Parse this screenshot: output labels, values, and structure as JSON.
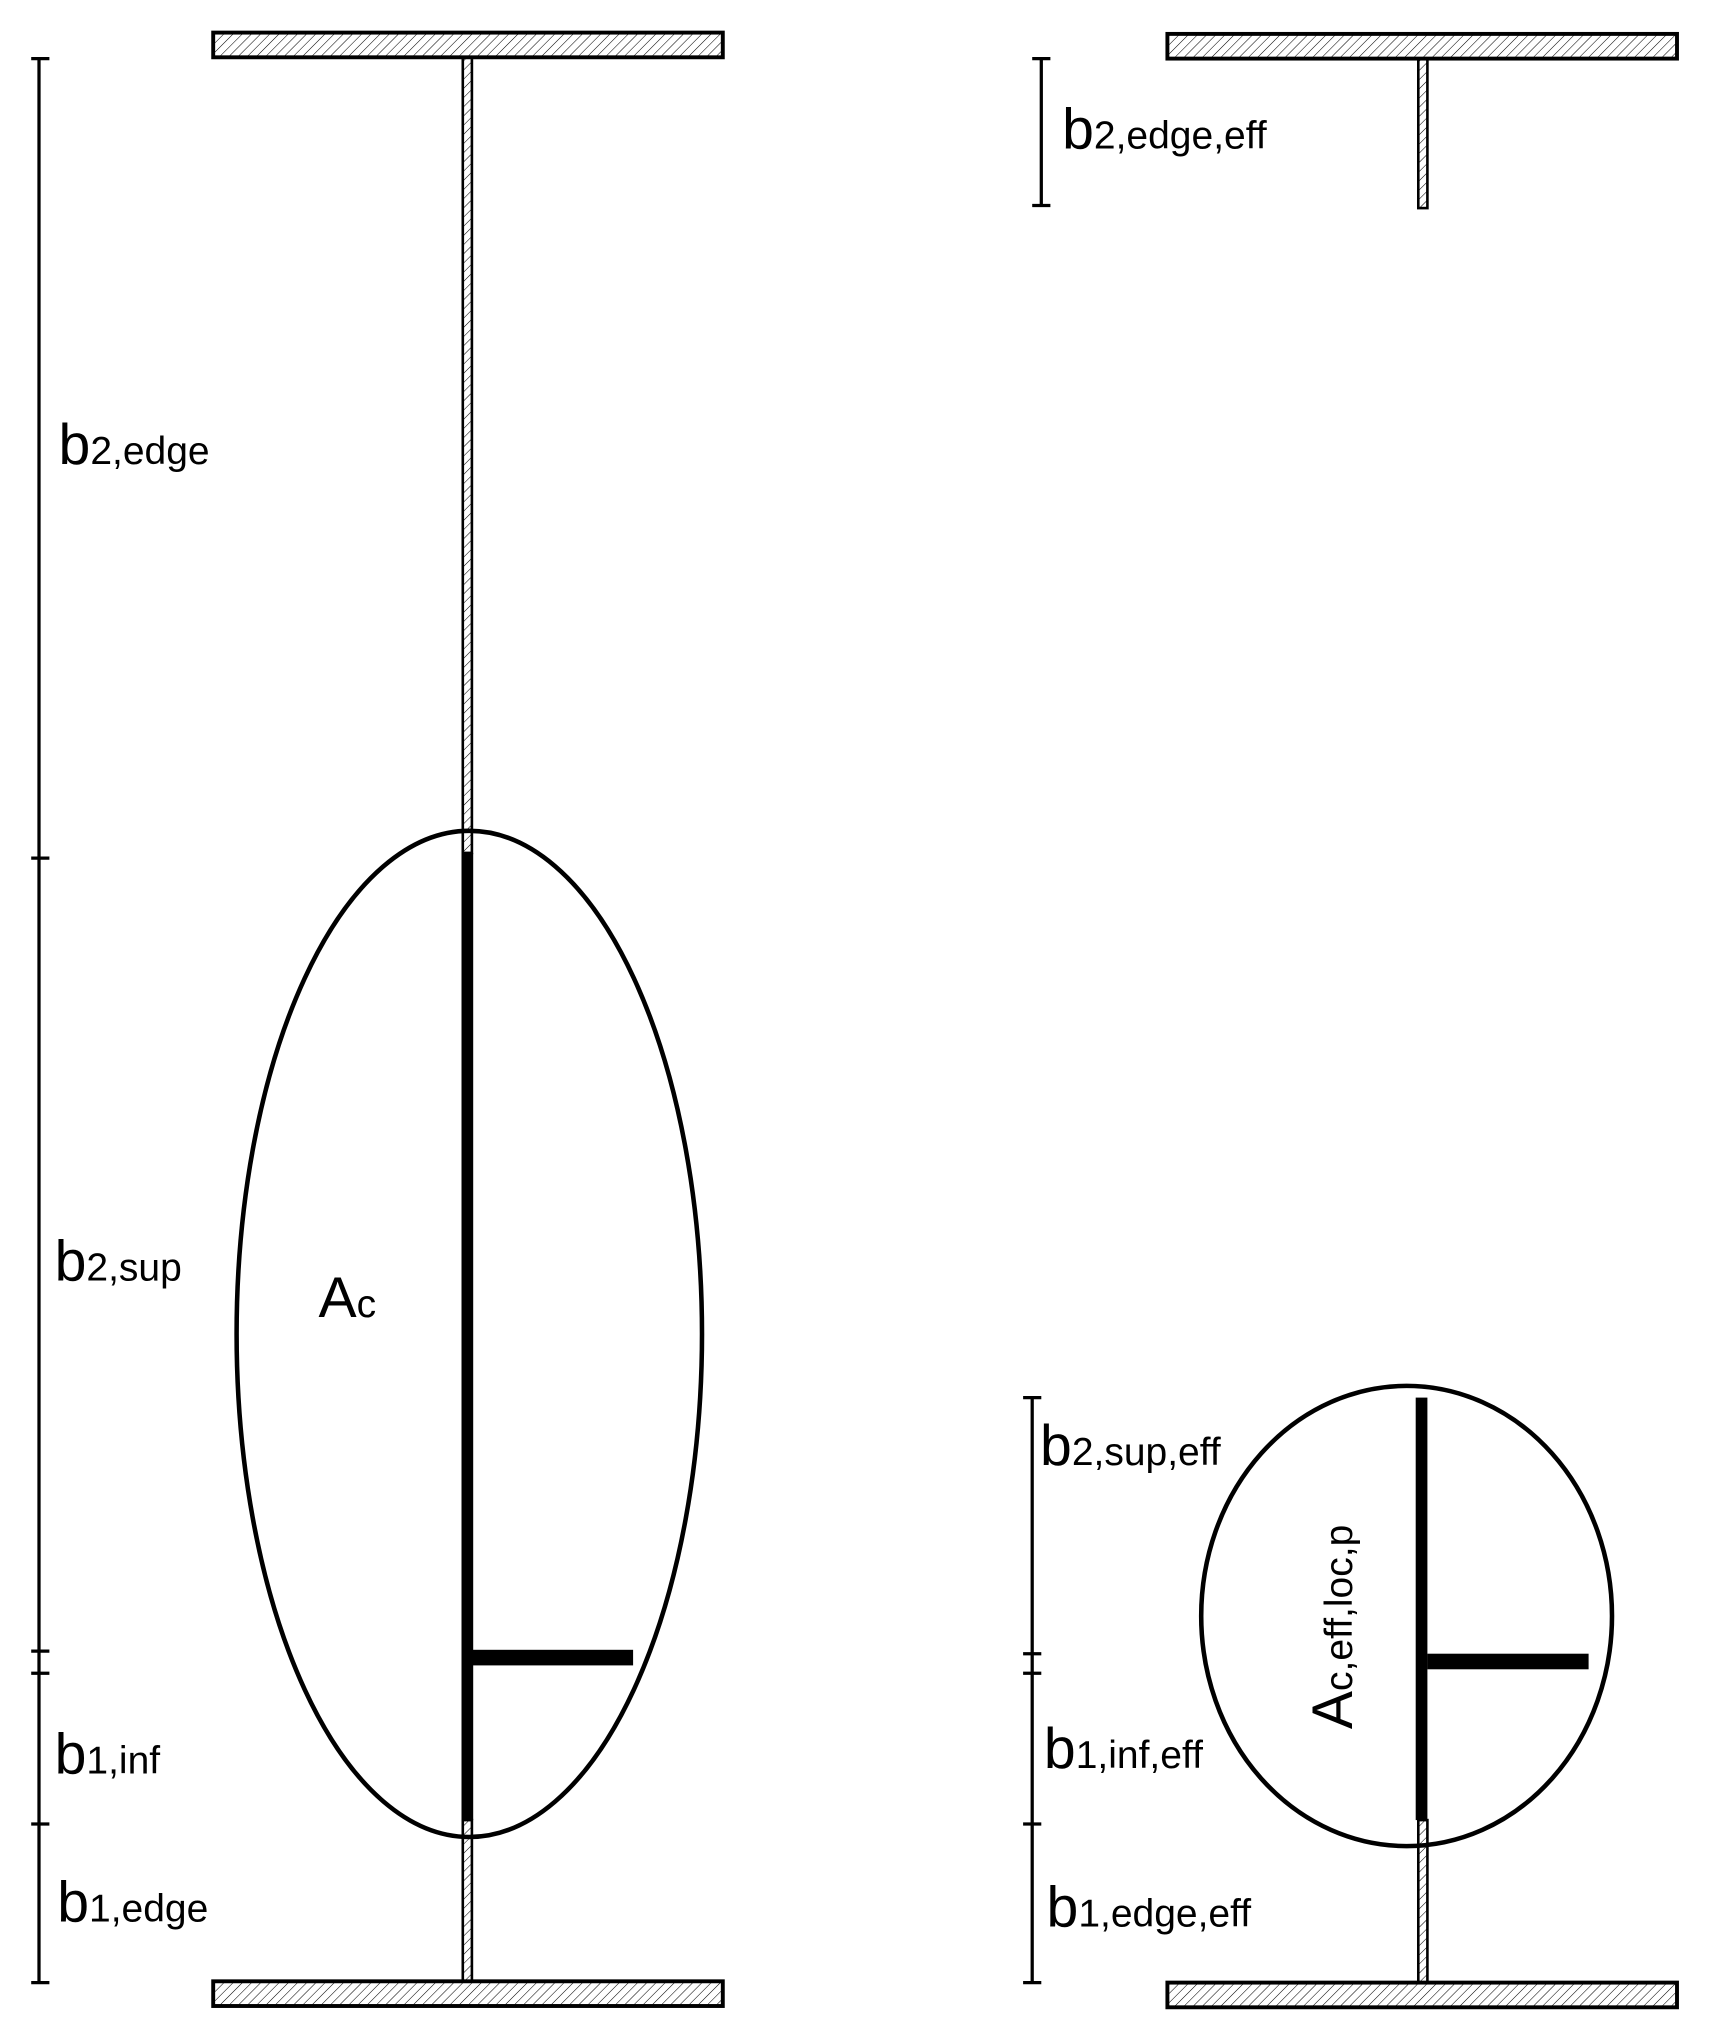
{
  "colors": {
    "stroke": "#000000",
    "background": "#ffffff",
    "hatch": "#000000"
  },
  "left_section": {
    "labels": {
      "b2_edge": {
        "main": "b",
        "sub": "2,edge"
      },
      "b2_sup": {
        "main": "b",
        "sub": "2,sup"
      },
      "area": {
        "main": "A",
        "sub": "c"
      },
      "b1_inf": {
        "main": "b",
        "sub": "1,inf"
      },
      "b1_edge": {
        "main": "b",
        "sub": "1,edge"
      }
    }
  },
  "right_section": {
    "labels": {
      "b2_edge_eff": {
        "main": "b",
        "sub": "2,edge,eff"
      },
      "b2_sup_eff": {
        "main": "b",
        "sub": "2,sup,eff"
      },
      "area": {
        "main": "A",
        "sub": "c,eff,loc,p"
      },
      "b1_inf_eff": {
        "main": "b",
        "sub": "1,inf,eff"
      },
      "b1_edge_eff": {
        "main": "b",
        "sub": "1,edge,eff"
      }
    }
  }
}
